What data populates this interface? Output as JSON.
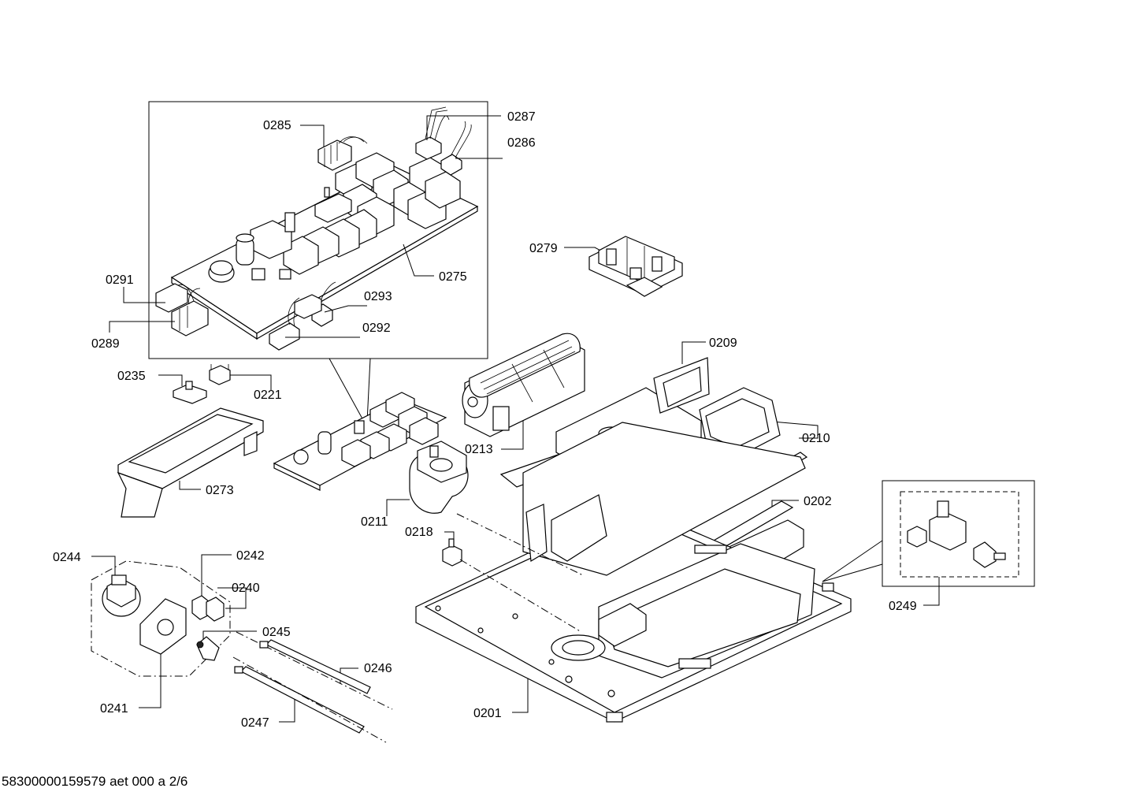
{
  "labels": {
    "p0285": "0285",
    "p0287": "0287",
    "p0286": "0286",
    "p0279": "0279",
    "p0275": "0275",
    "p0291": "0291",
    "p0293": "0293",
    "p0289": "0289",
    "p0292": "0292",
    "p0209": "0209",
    "p0235": "0235",
    "p0221": "0221",
    "p0213": "0213",
    "p0210": "0210",
    "p0273": "0273",
    "p0202": "0202",
    "p0211": "0211",
    "p0218": "0218",
    "p0244": "0244",
    "p0242": "0242",
    "p0240": "0240",
    "p0245": "0245",
    "p0246": "0246",
    "p0241": "0241",
    "p0247": "0247",
    "p0201": "0201",
    "p0249": "0249"
  },
  "footer": "58300000159579 aet 000 a 2/6"
}
